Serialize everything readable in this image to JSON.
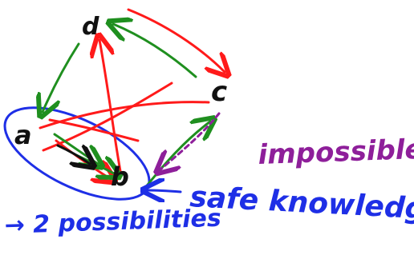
{
  "nodes": {
    "a": "a",
    "b": "b",
    "c": "c",
    "d": "d"
  },
  "annotations": {
    "impossible": "impossible",
    "safe_knowledge": "safe knowledge",
    "two_possibilities": "→ 2 possibilities"
  },
  "colors": {
    "red": "#ff1a1a",
    "green": "#1f8f1f",
    "blue": "#1e2fe6",
    "purple": "#8e1f9a",
    "black": "#111111"
  }
}
